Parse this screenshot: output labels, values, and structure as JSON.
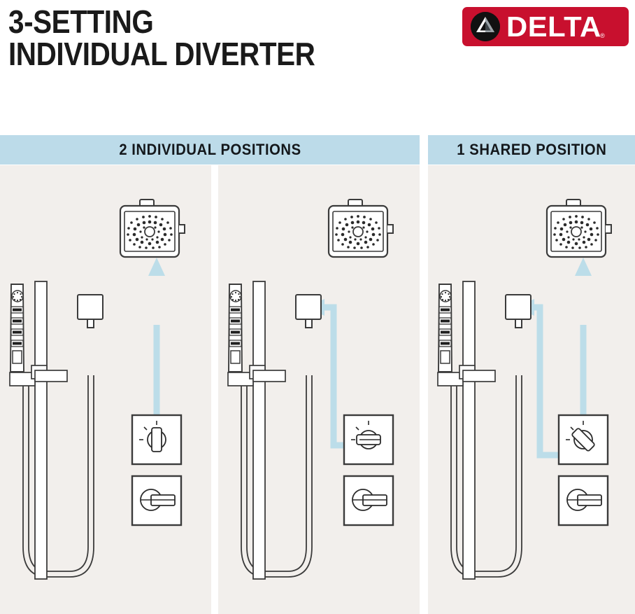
{
  "header": {
    "title_line1": "3-SETTING",
    "title_line2": "INDIVIDUAL DIVERTER"
  },
  "logo": {
    "brand": "DELTA",
    "registered_mark": "®",
    "mark_icon": "delta-triangle-icon",
    "background_color": "#c8102e",
    "text_color": "#ffffff",
    "mark_circle_color": "#111111"
  },
  "colors": {
    "header_bar": "#bcdbe9",
    "panel_background": "#f2efec",
    "arrow": "#bcdde9",
    "line": "#3b3b3b",
    "page_background": "#ffffff"
  },
  "section_headers": [
    {
      "label": "2 INDIVIDUAL POSITIONS",
      "spans_panels": 2
    },
    {
      "label": "1 SHARED POSITION",
      "spans_panels": 1
    }
  ],
  "panels": [
    {
      "id": "panel-1",
      "group": "2 INDIVIDUAL POSITIONS",
      "position_number": 1,
      "diverter_handle_orientation": "vertical-up",
      "active_outlet": "showerhead",
      "flow_arrows": [
        "diverter-to-showerhead"
      ],
      "components": [
        "showerhead",
        "hand-shower",
        "slide-bar",
        "hose",
        "wall-elbow",
        "diverter-valve-trim",
        "volume-control-trim"
      ]
    },
    {
      "id": "panel-2",
      "group": "2 INDIVIDUAL POSITIONS",
      "position_number": 2,
      "diverter_handle_orientation": "horizontal-left",
      "active_outlet": "hand-shower",
      "flow_arrows": [
        "diverter-to-wall-elbow"
      ],
      "components": [
        "showerhead",
        "hand-shower",
        "slide-bar",
        "hose",
        "wall-elbow",
        "diverter-valve-trim",
        "volume-control-trim"
      ]
    },
    {
      "id": "panel-3",
      "group": "1 SHARED POSITION",
      "position_number": 3,
      "diverter_handle_orientation": "diagonal-45",
      "active_outlet": "showerhead-and-hand-shower",
      "flow_arrows": [
        "diverter-to-showerhead",
        "diverter-to-wall-elbow"
      ],
      "components": [
        "showerhead",
        "hand-shower",
        "slide-bar",
        "hose",
        "wall-elbow",
        "diverter-valve-trim",
        "volume-control-trim"
      ]
    }
  ]
}
